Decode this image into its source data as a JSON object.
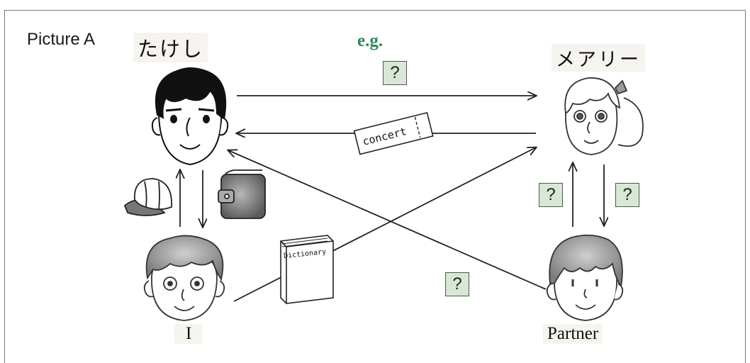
{
  "picture_label": "Picture A",
  "example_label": "e.g.",
  "people": {
    "takeshi": "たけし",
    "mary": "メアリー",
    "me": "I",
    "partner": "Partner"
  },
  "items": {
    "ticket_text": "concert",
    "dictionary_text": "Dictionary"
  },
  "question_mark": "?",
  "colors": {
    "example_label": "#2f8a55",
    "question_box_fill": "#d9e8d6"
  }
}
